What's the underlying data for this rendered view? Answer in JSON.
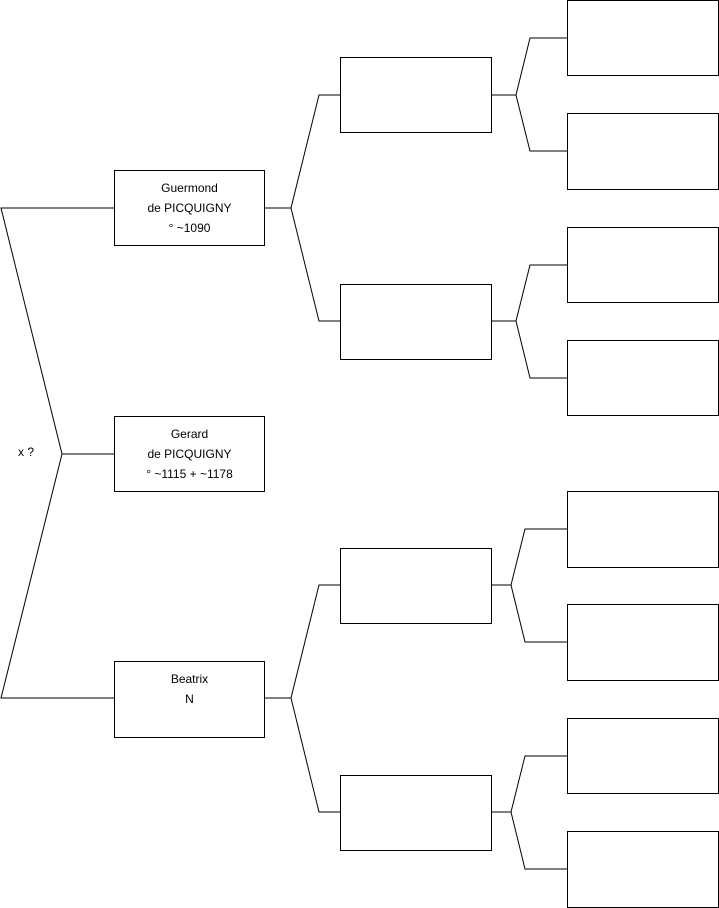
{
  "marriage": {
    "label": "x ?"
  },
  "person_main": {
    "line1": "Gerard",
    "line2": "de PICQUIGNY",
    "line3": "° ~1115 + ~1178"
  },
  "father": {
    "line1": "Guermond",
    "line2": "de PICQUIGNY",
    "line3": "° ~1090"
  },
  "mother": {
    "line1": "Beatrix",
    "line2": "N",
    "line3": ""
  },
  "grandparents": [
    {
      "name": ""
    },
    {
      "name": ""
    },
    {
      "name": ""
    },
    {
      "name": ""
    }
  ],
  "great_grandparents": [
    {
      "name": ""
    },
    {
      "name": ""
    },
    {
      "name": ""
    },
    {
      "name": ""
    },
    {
      "name": ""
    },
    {
      "name": ""
    },
    {
      "name": ""
    },
    {
      "name": ""
    }
  ],
  "colors": {
    "line": "#000000",
    "box_border": "#000000",
    "box_fill": "#ffffff"
  }
}
